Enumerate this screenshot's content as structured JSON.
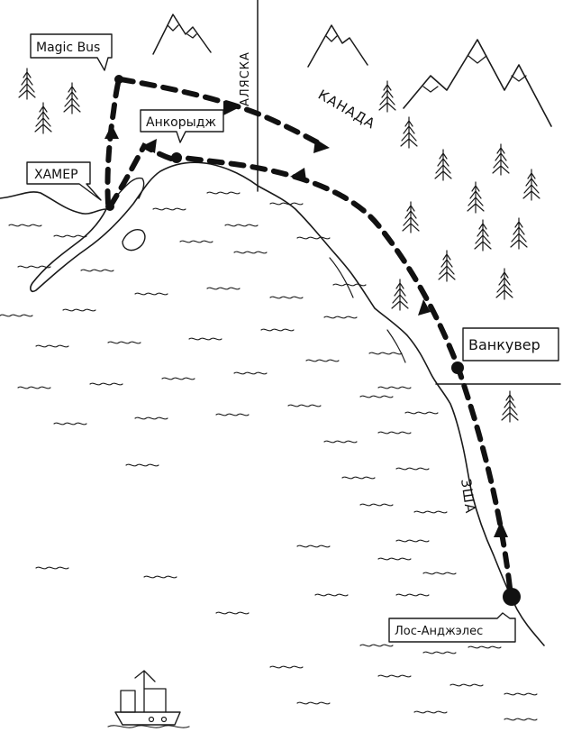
{
  "labels": {
    "magic_bus": "Magic Bus",
    "anchorage": "Анкорыдж",
    "homer": "ХАМЕР",
    "vancouver": "Ванкувер",
    "los_angeles": "Лос-Анджэлес",
    "alaska": "АЛЯСКА",
    "canada": "КАНАДА",
    "usa": "ЗША"
  },
  "icons": [
    "mountain-icon",
    "pine-tree-icon",
    "boat-icon",
    "arrow-icon",
    "city-dot-icon"
  ]
}
